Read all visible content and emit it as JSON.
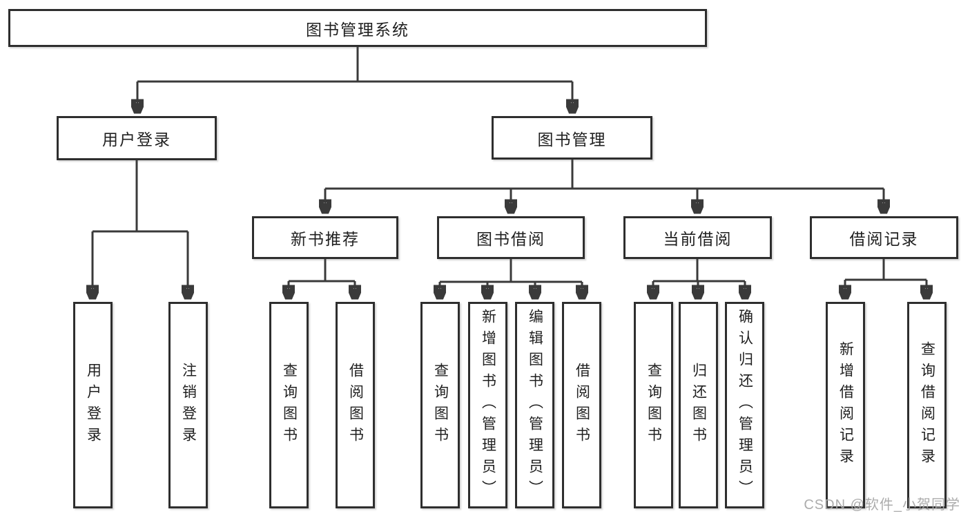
{
  "colors": {
    "line": "#3a3a3a",
    "box_border": "#2e2e2e",
    "text": "#1f1f1f",
    "watermark": "#a8a8a8",
    "background": "#ffffff"
  },
  "tree": {
    "root": {
      "label": "图书管理系统"
    },
    "branches": [
      {
        "label": "用户登录",
        "children": [
          {
            "label": "用户登录"
          },
          {
            "label": "注销登录"
          }
        ]
      },
      {
        "label": "图书管理",
        "children": [
          {
            "label": "新书推荐",
            "children": [
              {
                "label": "查询图书"
              },
              {
                "label": "借阅图书"
              }
            ]
          },
          {
            "label": "图书借阅",
            "children": [
              {
                "label": "查询图书"
              },
              {
                "label": "新增图书（管理员）"
              },
              {
                "label": "编辑图书（管理员）"
              },
              {
                "label": "借阅图书"
              }
            ]
          },
          {
            "label": "当前借阅",
            "children": [
              {
                "label": "查询图书"
              },
              {
                "label": "归还图书"
              },
              {
                "label": "确认归还（管理员）"
              }
            ]
          },
          {
            "label": "借阅记录",
            "children": [
              {
                "label": "新增借阅记录"
              },
              {
                "label": "查询借阅记录"
              }
            ]
          }
        ]
      }
    ]
  },
  "watermark": {
    "text": "CSDN @软件_小贺同学"
  }
}
